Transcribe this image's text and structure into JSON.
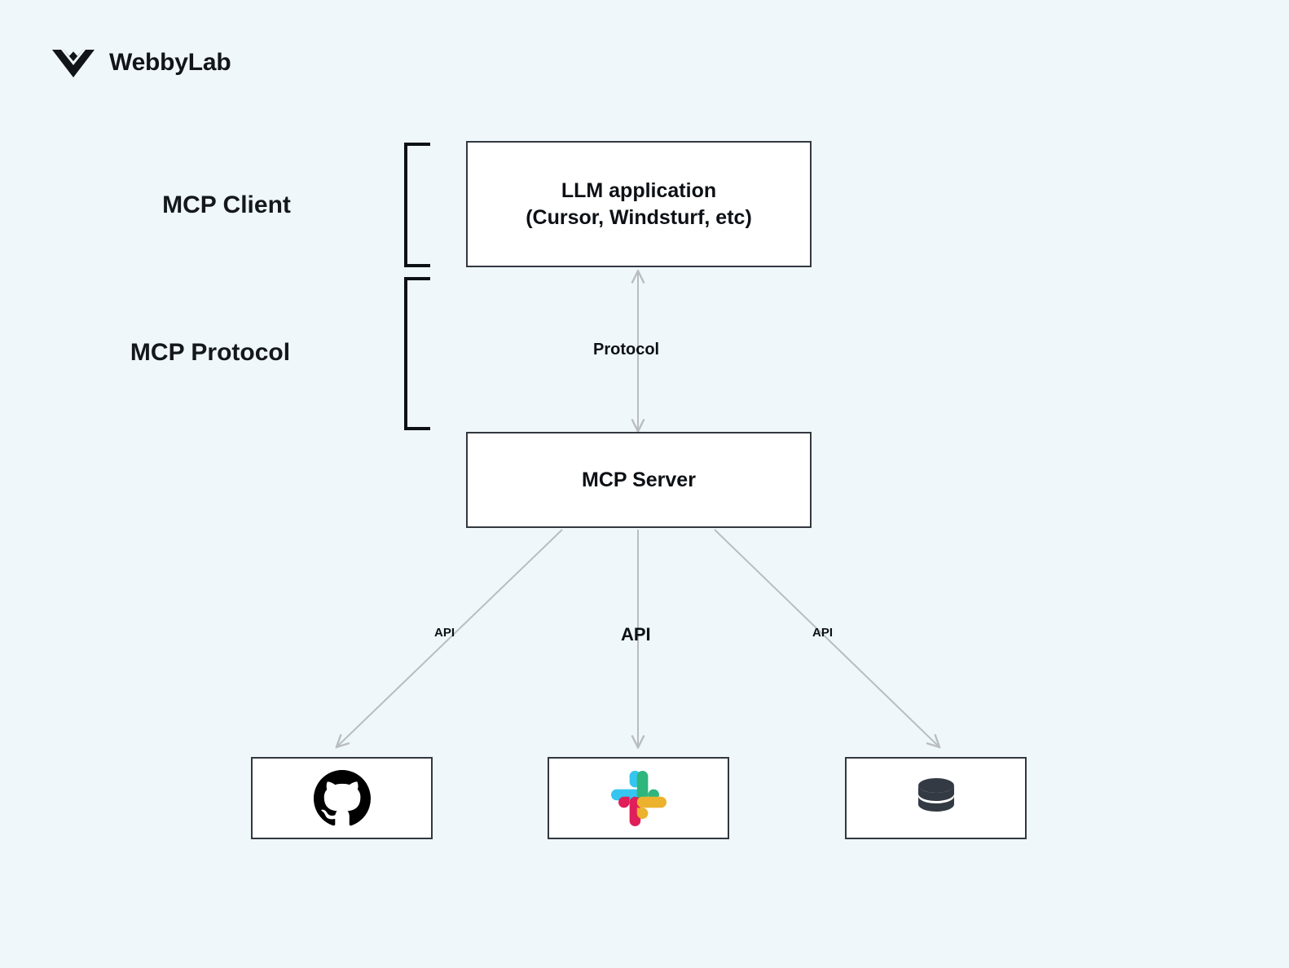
{
  "page": {
    "background_color": "#eff7fb",
    "title": "MCP architecture diagram"
  },
  "brand": {
    "name": "WebbyLab",
    "logo_icon": "webbylab-chevron-logo-icon",
    "color": "#111418"
  },
  "section_labels": [
    {
      "id": "client",
      "text": "MCP Client"
    },
    {
      "id": "protocol",
      "text": "MCP Protocol"
    }
  ],
  "nodes": {
    "llm": {
      "text": "LLM application\n(Cursor, Windsturf, etc)",
      "line1": "LLM application",
      "line2": "(Cursor, Windsturf, etc)",
      "border_color": "#323840",
      "fill_color": "#ffffff"
    },
    "server": {
      "text": "MCP Server",
      "border_color": "#323840",
      "fill_color": "#ffffff"
    },
    "github": {
      "icon": "github-octocat-icon",
      "icon_color": "#000000",
      "border_color": "#323840",
      "fill_color": "#ffffff"
    },
    "slack": {
      "icon": "slack-icon",
      "icon_colors": {
        "blue": "#36C5F0",
        "green": "#2EB67D",
        "red": "#E01E5A",
        "yellow": "#ECB22E"
      },
      "border_color": "#323840",
      "fill_color": "#ffffff"
    },
    "database": {
      "icon": "database-cylinder-icon",
      "icon_color": "#343a43",
      "border_color": "#323840",
      "fill_color": "#ffffff"
    }
  },
  "edges": {
    "protocol": {
      "label": "Protocol",
      "style": "double-headed-arrow",
      "color": "#b9bdc0"
    },
    "api_left": {
      "label": "API",
      "style": "arrow",
      "color": "#b9bdc0"
    },
    "api_mid": {
      "label": "API",
      "style": "arrow",
      "color": "#b9bdc0"
    },
    "api_right": {
      "label": "API",
      "style": "arrow",
      "color": "#b9bdc0"
    }
  },
  "brackets": {
    "client_bracket": {
      "shape": "square-bracket-left",
      "color": "#0d1115"
    },
    "protocol_bracket": {
      "shape": "square-bracket-left",
      "color": "#0d1115"
    }
  }
}
